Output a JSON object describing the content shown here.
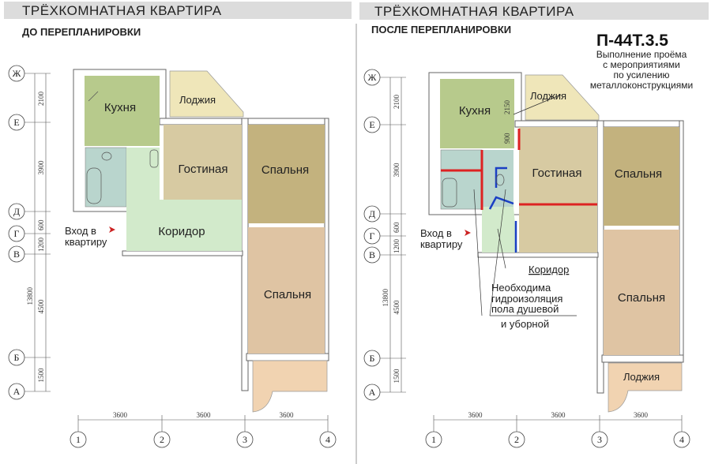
{
  "left": {
    "title": "ТРЁХКОМНАТНАЯ КВАРТИРА",
    "subtitle": "ДО ПЕРЕПЛАНИРОВКИ",
    "rooms": {
      "kitchen": "Кухня",
      "loggia": "Лоджия",
      "living": "Гостиная",
      "bedroom1": "Спальня",
      "corridor": "Коридор",
      "bedroom2": "Спальня"
    },
    "entrance": [
      "Вход в",
      "квартиру"
    ]
  },
  "right": {
    "title": "ТРЁХКОМНАТНАЯ КВАРТИРА",
    "subtitle": "ПОСЛЕ ПЕРЕПЛАНИРОВКИ",
    "series": "П-44Т.3.5",
    "note_opening": [
      "Выполнение проёма",
      "с мероприятиями",
      "по усилению",
      "металлоконструкциями"
    ],
    "rooms": {
      "kitchen": "Кухня",
      "loggia": "Лоджия",
      "living": "Гостиная",
      "bedroom1": "Спальня",
      "corridor": "Коридор",
      "bedroom2": "Спальня",
      "loggia2": "Лоджия"
    },
    "entrance": [
      "Вход в",
      "квартиру"
    ],
    "note_waterproof": [
      "Необходима",
      "гидроизоляция",
      "пола душевой",
      "и уборной"
    ],
    "dims_extra": [
      "2150",
      "900"
    ]
  },
  "axes": {
    "rows": [
      "Ж",
      "Е",
      "Д",
      "Г",
      "В",
      "Б",
      "А"
    ],
    "cols": [
      "1",
      "2",
      "3",
      "4"
    ],
    "row_dims": [
      "2100",
      "3900",
      "600",
      "1200",
      "4500",
      "1500"
    ],
    "total": "13800",
    "col_dims": [
      "3600",
      "3600",
      "3600"
    ]
  },
  "colors": {
    "kitchen": "#b7ca8c",
    "loggia": "#efe6b9",
    "living": "#d7caa2",
    "bedroom1": "#c3b27e",
    "bath": "#b9d5cd",
    "corridor": "#d2eacb",
    "bedroom2": "#dfc4a3",
    "loggia2": "#f1d3b1",
    "header": "#dcdcdc"
  }
}
